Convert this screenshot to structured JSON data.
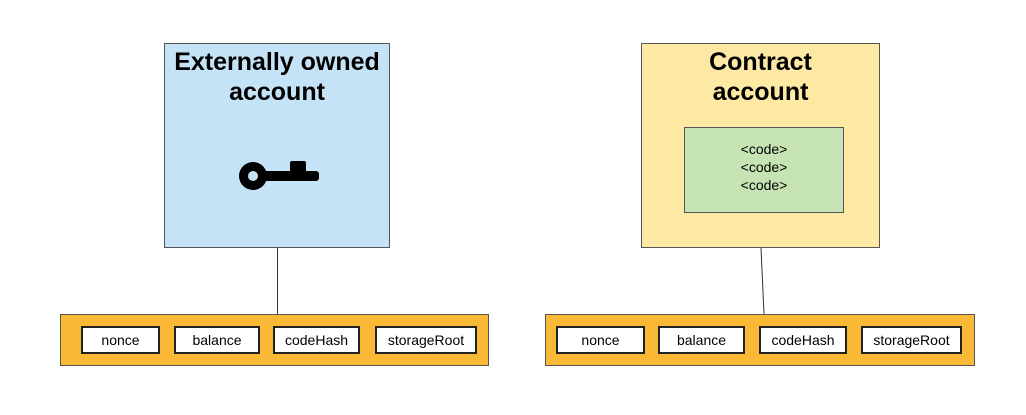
{
  "colors": {
    "eoa_fill": "#c5e3f7",
    "contract_fill": "#fde9a3",
    "code_fill": "#c6e4b3",
    "fields_bar_fill": "#f9b935",
    "key_color": "#000000"
  },
  "eoa": {
    "title": "Externally owned\naccount",
    "icon": "key-icon",
    "fields": [
      "nonce",
      "balance",
      "codeHash",
      "storageRoot"
    ]
  },
  "contract": {
    "title": "Contract\naccount",
    "code_lines": [
      "<code>",
      "<code>",
      "<code>"
    ],
    "fields": [
      "nonce",
      "balance",
      "codeHash",
      "storageRoot"
    ]
  }
}
